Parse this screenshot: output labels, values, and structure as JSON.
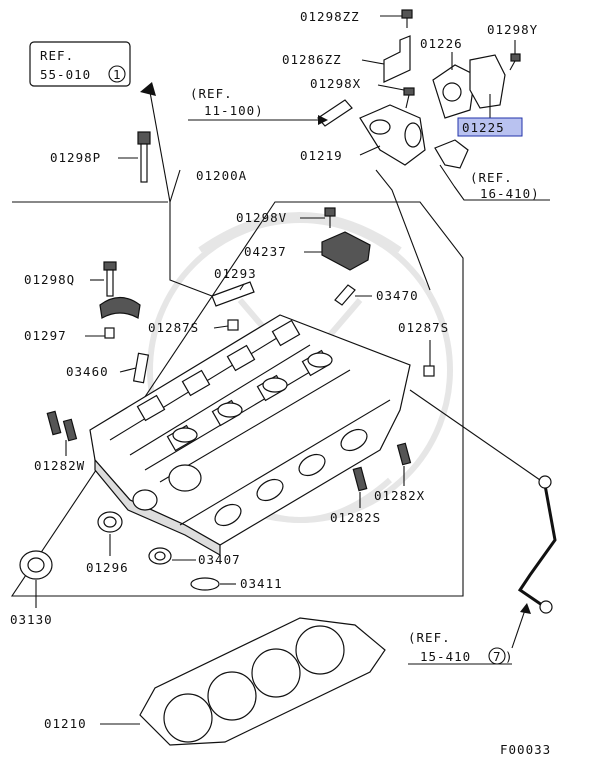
{
  "diagram": {
    "figure_code": "F00033",
    "highlighted_part": "01225",
    "ref_labels": [
      {
        "id": "ref-55-010",
        "line1": "REF.",
        "line2": "55-010",
        "circled": "1"
      },
      {
        "id": "ref-11-100",
        "line1": "(REF.",
        "line2": "11-100)",
        "circled": ""
      },
      {
        "id": "ref-16-410",
        "line1": "(REF.",
        "line2": "16-410)",
        "circled": ""
      },
      {
        "id": "ref-15-410",
        "line1": "(REF.",
        "line2": "15-410",
        "circled": "7",
        "close": ")"
      }
    ],
    "part_labels": [
      "01298ZZ",
      "01298Y",
      "01286ZZ",
      "01226",
      "01298X",
      "01225",
      "01298P",
      "01219",
      "01200A",
      "01298V",
      "04237",
      "01298Q",
      "01293",
      "03470",
      "01297",
      "01287S",
      "01287S",
      "03460",
      "01282W",
      "01282X",
      "01282S",
      "01296",
      "03407",
      "03411",
      "03130",
      "01210"
    ]
  }
}
